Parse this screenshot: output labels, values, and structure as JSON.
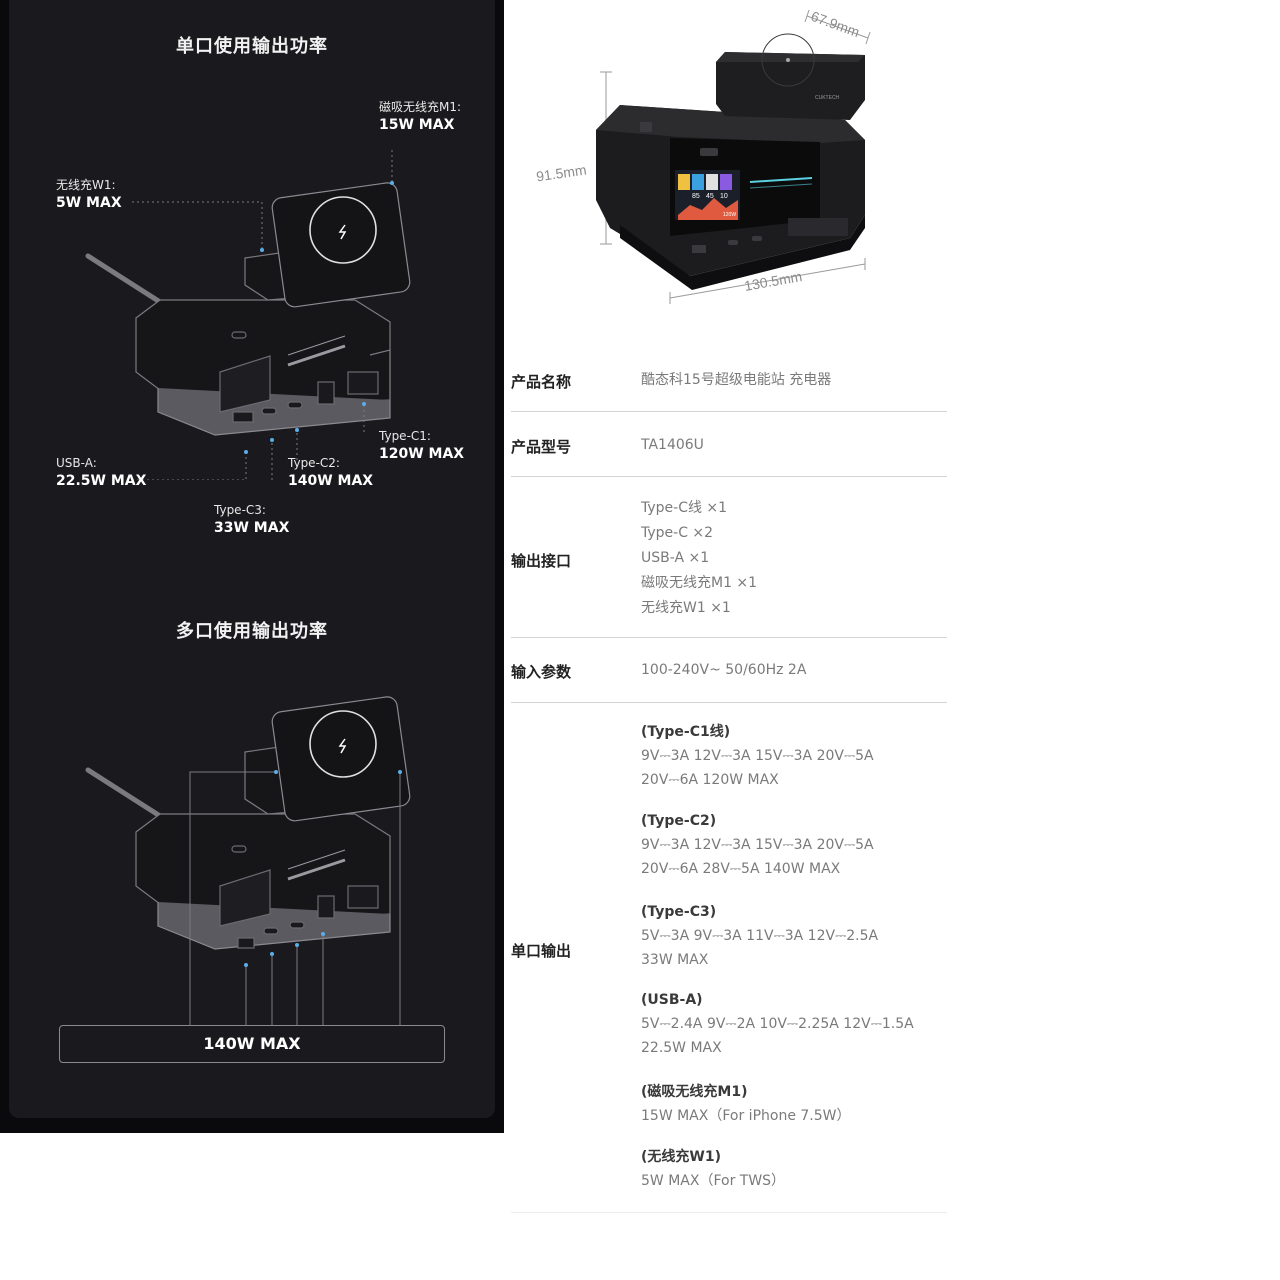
{
  "left": {
    "section1_title": "单口使用输出功率",
    "section2_title": "多口使用输出功率",
    "m1": {
      "label": "磁吸无线充M1:",
      "value": "15W MAX"
    },
    "w1": {
      "label": "无线充W1:",
      "value": "5W MAX"
    },
    "c1": {
      "label": "Type-C1:",
      "value": "120W MAX"
    },
    "usba": {
      "label": "USB-A:",
      "value": "22.5W MAX"
    },
    "c2": {
      "label": "Type-C2:",
      "value": "140W MAX"
    },
    "c3": {
      "label": "Type-C3:",
      "value": "33W MAX"
    },
    "total": "140W MAX"
  },
  "image": {
    "dim_depth": "67.9mm",
    "dim_height": "91.5mm",
    "dim_width": "130.5mm",
    "brand": "CUKTECH",
    "screen_nums": [
      "85",
      "45",
      "10"
    ],
    "screen_bottom": "120W"
  },
  "specs": {
    "name_label": "产品名称",
    "name_value": "酷态科15号超级电能站 充电器",
    "model_label": "产品型号",
    "model_value": "TA1406U",
    "ports_label": "输出接口",
    "ports": [
      "Type-C线 ×1",
      "Type-C ×2",
      "USB-A ×1",
      "磁吸无线充M1 ×1",
      "无线充W1 ×1"
    ],
    "input_label": "输入参数",
    "input_value": "100-240V~ 50/60Hz 2A",
    "single_label": "单口输出",
    "single_groups": [
      {
        "title": "(Type-C1线)",
        "lines": [
          "9V⎓3A 12V⎓3A 15V⎓3A 20V⎓5A",
          "20V⎓6A 120W MAX"
        ]
      },
      {
        "title": "(Type-C2)",
        "lines": [
          "9V⎓3A 12V⎓3A 15V⎓3A 20V⎓5A",
          "20V⎓6A 28V⎓5A 140W MAX"
        ]
      },
      {
        "title": "(Type-C3)",
        "lines": [
          "5V⎓3A 9V⎓3A 11V⎓3A 12V⎓2.5A",
          "33W MAX"
        ]
      },
      {
        "title": "(USB-A)",
        "lines": [
          "5V⎓2.4A 9V⎓2A 10V⎓2.25A 12V⎓1.5A",
          "22.5W MAX"
        ]
      },
      {
        "title": "(磁吸无线充M1)",
        "lines": [
          "15W MAX（For iPhone 7.5W）"
        ]
      },
      {
        "title": "(无线充W1)",
        "lines": [
          "5W MAX（For TWS）"
        ]
      }
    ]
  }
}
